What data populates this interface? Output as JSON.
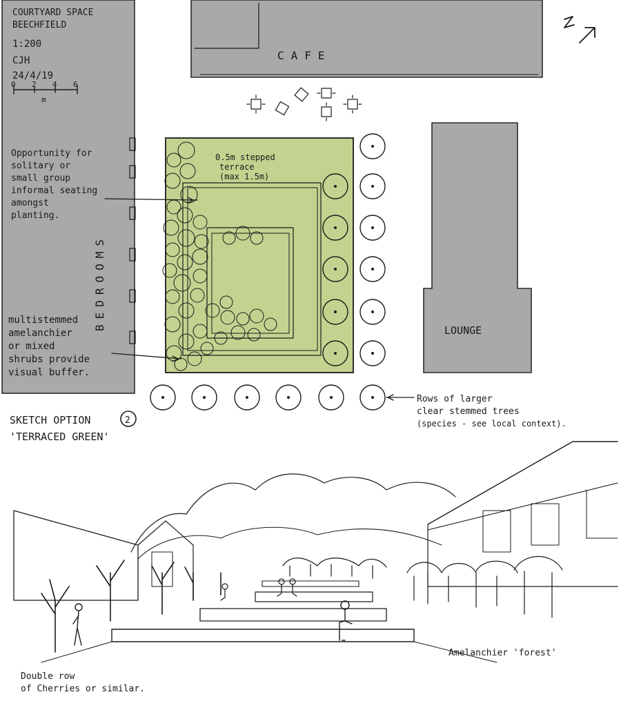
{
  "title_block": {
    "line1": "COURTYARD SPACE",
    "line2": "BEECHFIELD",
    "scale": "1:200",
    "author": "CJH",
    "date": "24/4/19",
    "scale_ticks": [
      "0",
      "2",
      "4",
      "6"
    ],
    "scale_unit": "m"
  },
  "buildings": {
    "cafe": "CAFE",
    "bedrooms": "BEDROOMS",
    "lounge": "LOUNGE"
  },
  "plan_annotations": {
    "terrace_l1": "0.5m stepped",
    "terrace_l2": "terrace",
    "terrace_l3": "(max 1.5m)",
    "seating_lines": [
      "Opportunity for",
      "solitary or",
      "small group",
      "informal seating",
      "amongst",
      "planting."
    ],
    "shrubs_lines": [
      "multistemmed",
      "amelanchier",
      "or mixed",
      "shrubs provide",
      "visual buffer."
    ],
    "trees_lines": [
      "Rows of larger",
      "clear stemmed trees",
      "(species - see local context)."
    ]
  },
  "option": {
    "label": "SKETCH OPTION",
    "number": "2",
    "name": "'TERRACED GREEN'"
  },
  "perspective_annotations": {
    "forest": "Amelanchier 'forest'",
    "cherries_l1": "Double row",
    "cherries_l2": "of Cherries or similar."
  },
  "colors": {
    "terrace_green": "#c3d38f",
    "building_grey": "#a9a9ab",
    "ink": "#1a1a1a"
  },
  "icons": [
    "north-arrow-icon",
    "tree-canopy-icon",
    "cafe-table-icon",
    "person-figure-icon"
  ]
}
